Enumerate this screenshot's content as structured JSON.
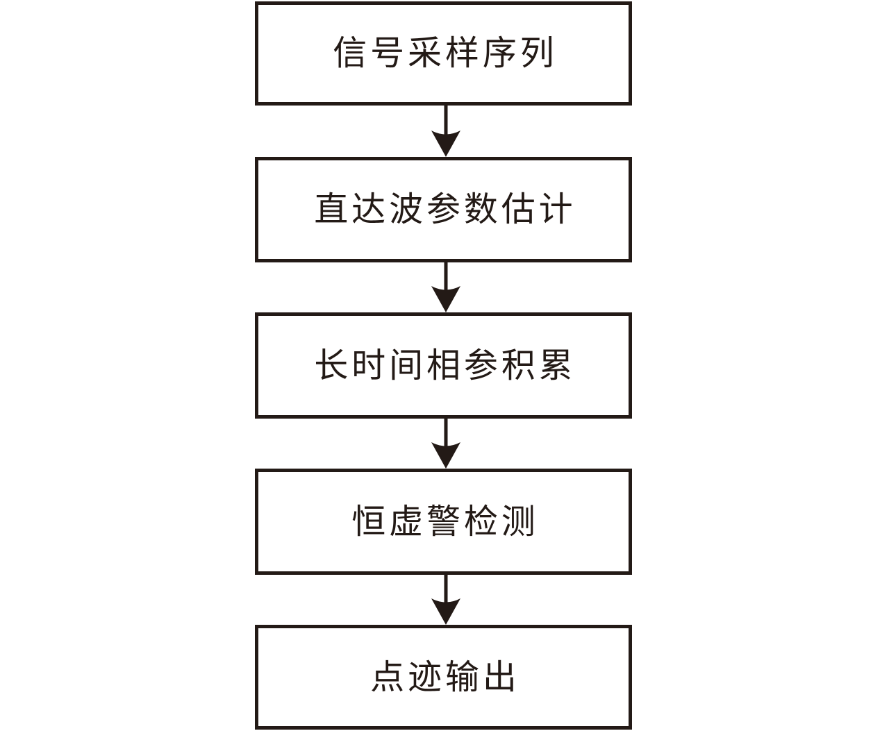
{
  "diagram": {
    "type": "flowchart",
    "orientation": "vertical-top-to-bottom",
    "background_color": "#ffffff",
    "stroke_color": "#231a16",
    "text_color": "#231a16",
    "nodes": [
      {
        "id": "node-1",
        "label": "信号采样序列",
        "shape": "rectangle"
      },
      {
        "id": "node-2",
        "label": "直达波参数估计",
        "shape": "rectangle"
      },
      {
        "id": "node-3",
        "label": "长时间相参积累",
        "shape": "rectangle"
      },
      {
        "id": "node-4",
        "label": "恒虚警检测",
        "shape": "rectangle"
      },
      {
        "id": "node-5",
        "label": "点迹输出",
        "shape": "rectangle"
      }
    ],
    "connectors": [
      {
        "id": "connector-1",
        "from": "node-1",
        "to": "node-2",
        "arrow": "down-arrow"
      },
      {
        "id": "connector-2",
        "from": "node-2",
        "to": "node-3",
        "arrow": "down-arrow"
      },
      {
        "id": "connector-3",
        "from": "node-3",
        "to": "node-4",
        "arrow": "down-arrow"
      },
      {
        "id": "connector-4",
        "from": "node-4",
        "to": "node-5",
        "arrow": "down-arrow"
      }
    ]
  }
}
